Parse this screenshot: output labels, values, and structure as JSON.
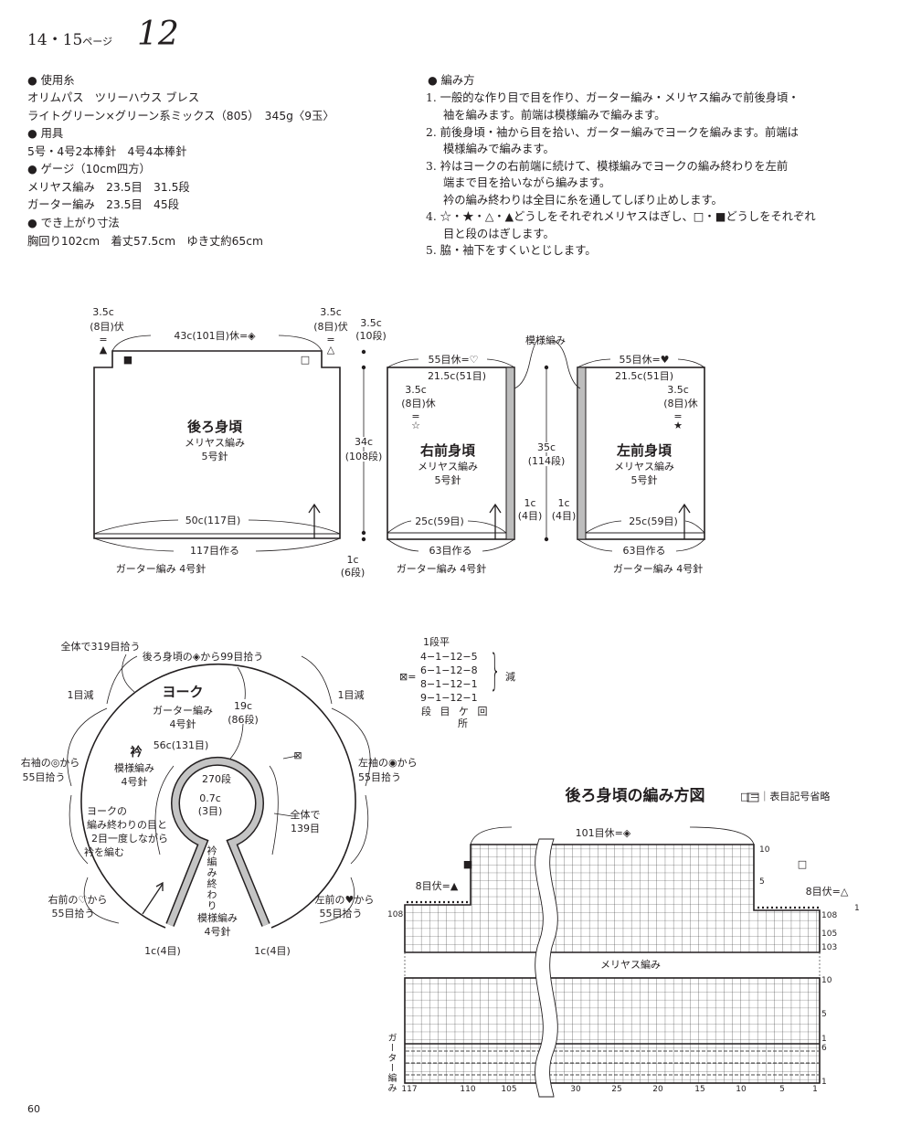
{
  "header": {
    "page_ref": "14・15",
    "page_ref_suffix": "ページ",
    "pattern_number": "12"
  },
  "materials": {
    "yarn_heading": "● 使用糸",
    "yarn_line1": "オリムパス　ツリーハウス ブレス",
    "yarn_line2": "ライトグリーン×グリーン系ミックス（805）　345g〈9玉〉",
    "tools_heading": "● 用具",
    "tools_line": "5号・4号2本棒針　4号4本棒針",
    "gauge_heading": "● ゲージ（10cm四方）",
    "gauge_line1": "メリヤス編み　23.5目　31.5段",
    "gauge_line2": "ガーター編み　23.5目　45段",
    "size_heading": "● でき上がり寸法",
    "size_line": "胸回り102cm　着丈57.5cm　ゆき丈約65cm"
  },
  "instructions": {
    "heading": "● 編み方",
    "lines": [
      "1. 一般的な作り目で目を作り、ガーター編み・メリヤス編みで前後身頃・",
      "袖を編みます。前端は模様編みで編みます。",
      "2. 前後身頃・袖から目を拾い、ガーター編みでヨークを編みます。前端は",
      "模様編みで編みます。",
      "3. 衿はヨークの右前端に続けて、模様編みでヨークの編み終わりを左前",
      "端まで目を拾いながら編みます。",
      "衿の編み終わりは全目に糸を通してしぼり止めします。",
      "4. ☆・★・△・▲どうしをそれぞれメリヤスはぎし、□・■どうしをそれぞれ",
      "目と段のはぎします。",
      "5. 脇・袖下をすくいとじします。"
    ]
  },
  "back_body": {
    "title": "後ろ身頃",
    "stitch": "メリヤス編み",
    "needle": "5号針",
    "left_bo_1": "3.5c",
    "left_bo_2": "(8目)伏",
    "eq": "=",
    "left_mark": "▲",
    "right_bo_1": "3.5c",
    "right_bo_2": "(8目)伏",
    "right_mark": "△",
    "neck": "43c(101目)休=◈",
    "mark_filled_sq": "■",
    "mark_open_sq": "□",
    "shoulder_h1": "3.5c",
    "shoulder_h2": "(10段)",
    "height1": "34c",
    "height2": "(108段)",
    "width": "50c(117目)",
    "cast_on": "117目作る",
    "band": "ガーター編み 4号針",
    "band_h1": "1c",
    "band_h2": "(6段)"
  },
  "right_front": {
    "title": "右前身頃",
    "stitch": "メリヤス編み",
    "needle": "5号針",
    "top": "55目休=♡",
    "top_width": "21.5c(51目)",
    "hold1": "3.5c",
    "hold2": "(8目)休",
    "eq": "=",
    "mark": "☆",
    "width": "25c(59目)",
    "cast_on": "63目作る",
    "band": "ガーター編み 4号針",
    "edge1": "1c",
    "edge2": "(4目)"
  },
  "left_front": {
    "title": "左前身頃",
    "stitch": "メリヤス編み",
    "needle": "5号針",
    "top": "55目休=♥",
    "top_width": "21.5c(51目)",
    "hold1": "3.5c",
    "hold2": "(8目)休",
    "eq": "=",
    "mark": "★",
    "width": "25c(59目)",
    "cast_on": "63目作る",
    "band": "ガーター編み 4号針",
    "edge1": "1c",
    "edge2": "(4目)"
  },
  "front_shared": {
    "pattern_label": "模様編み",
    "height1": "35c",
    "height2": "(114段)"
  },
  "yoke": {
    "total_pickup": "全体で319目拾う",
    "back_pickup": "後ろ身頃の◈から99目拾う",
    "dec_left": "1目減",
    "dec_right": "1目減",
    "title": "ヨーク",
    "stitch": "ガーター編み",
    "needle": "4号針",
    "depth1": "19c",
    "depth2": "(86段)",
    "collar_len": "56c(131目)",
    "collar_title": "衿",
    "collar_stitch": "模様編み",
    "collar_needle": "4号針",
    "right_sleeve1": "右袖の◎から",
    "right_sleeve2": "55目拾う",
    "left_sleeve1": "左袖の◉から",
    "left_sleeve2": "55目拾う",
    "dec_mark": "⊠",
    "rows": "270段",
    "collar_w1": "0.7c",
    "collar_w2": "(3目)",
    "note1": "ヨークの",
    "note2": "編み終わりの目と",
    "note3": "2目一度しながら",
    "note4": "衿を編む",
    "total1": "全体で",
    "total2": "139目",
    "collar_end": "衿編み終わり",
    "right_front1": "右前の♡から",
    "right_front2": "55目拾う",
    "left_front1": "左前の♥から",
    "left_front2": "55目拾う",
    "band_stitch": "模様編み",
    "band_needle": "4号針",
    "edge_left": "1c(4目)",
    "edge_right": "1c(4目)"
  },
  "decrease_table": {
    "symbol": "⊠=",
    "flat": "1段平",
    "rows": [
      "4−1−12−5",
      "6−1−12−8",
      "8−1−12−1",
      "9−1−12−1"
    ],
    "dec_label": "減",
    "col_labels": "段 目 ケ 回",
    "col_label2": "所"
  },
  "chart": {
    "title": "後ろ身頃の編み方図",
    "legend": "□＝｜表目記号省略",
    "neck": "101目休=◈",
    "mark_filled_sq": "■",
    "mark_open_sq": "□",
    "left_bo": "8目伏=▲",
    "right_bo": "8目伏=△",
    "step_10": "10",
    "step_5": "5",
    "middle_label": "メリヤス編み",
    "band_label": "ガーター編み",
    "left_row": "108",
    "right_rows": [
      "1",
      "108",
      "105",
      "103",
      "10",
      "5",
      "1",
      "6",
      "1"
    ],
    "stitch_labels": [
      "117",
      "110",
      "105",
      "30",
      "25",
      "20",
      "15",
      "10",
      "5",
      "1"
    ]
  },
  "footer": {
    "page_number": "60"
  }
}
